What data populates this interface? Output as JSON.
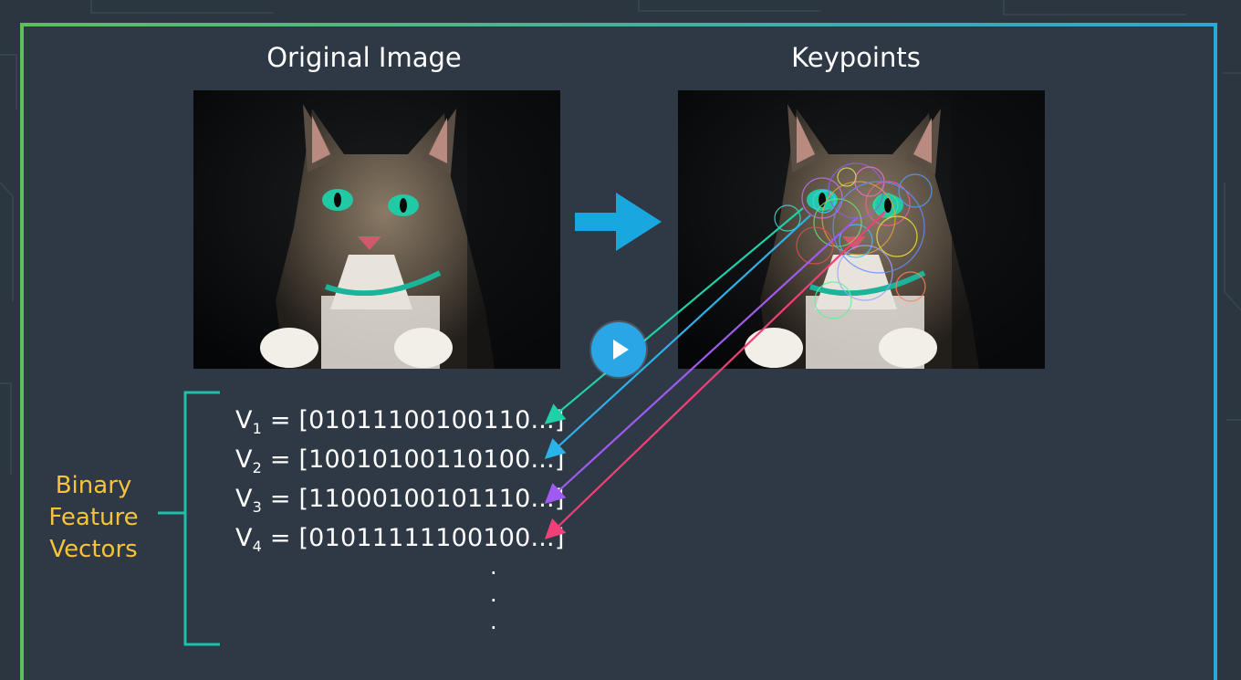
{
  "slide": {
    "left_title": "Original Image",
    "right_title": "Keypoints",
    "bracket_label": [
      "Binary",
      "Feature",
      "Vectors"
    ],
    "vectors": [
      {
        "name": "V",
        "sub": "1",
        "value": " = [01011100100110...]"
      },
      {
        "name": "V",
        "sub": "2",
        "value": " = [10010100110100...]"
      },
      {
        "name": "V",
        "sub": "3",
        "value": " = [11000100101110...]"
      },
      {
        "name": "V",
        "sub": "4",
        "value": " = [01011111100100...]"
      }
    ],
    "continuation_dots": [
      ".",
      ".",
      "."
    ]
  },
  "colors": {
    "background": "#2b3640",
    "frame_left": "#55b85a",
    "frame_right": "#1da9da",
    "bracket": "#1fc0a8",
    "label": "#f6c33b",
    "arrow_main": "#19a7df",
    "play_button": "#2aa6e6",
    "vector_arrows": [
      "#1fd0a8",
      "#2bb2e8",
      "#a05af0",
      "#f0407a"
    ]
  },
  "icons": {
    "process_arrow": "right-arrow-icon",
    "play": "play-icon"
  }
}
